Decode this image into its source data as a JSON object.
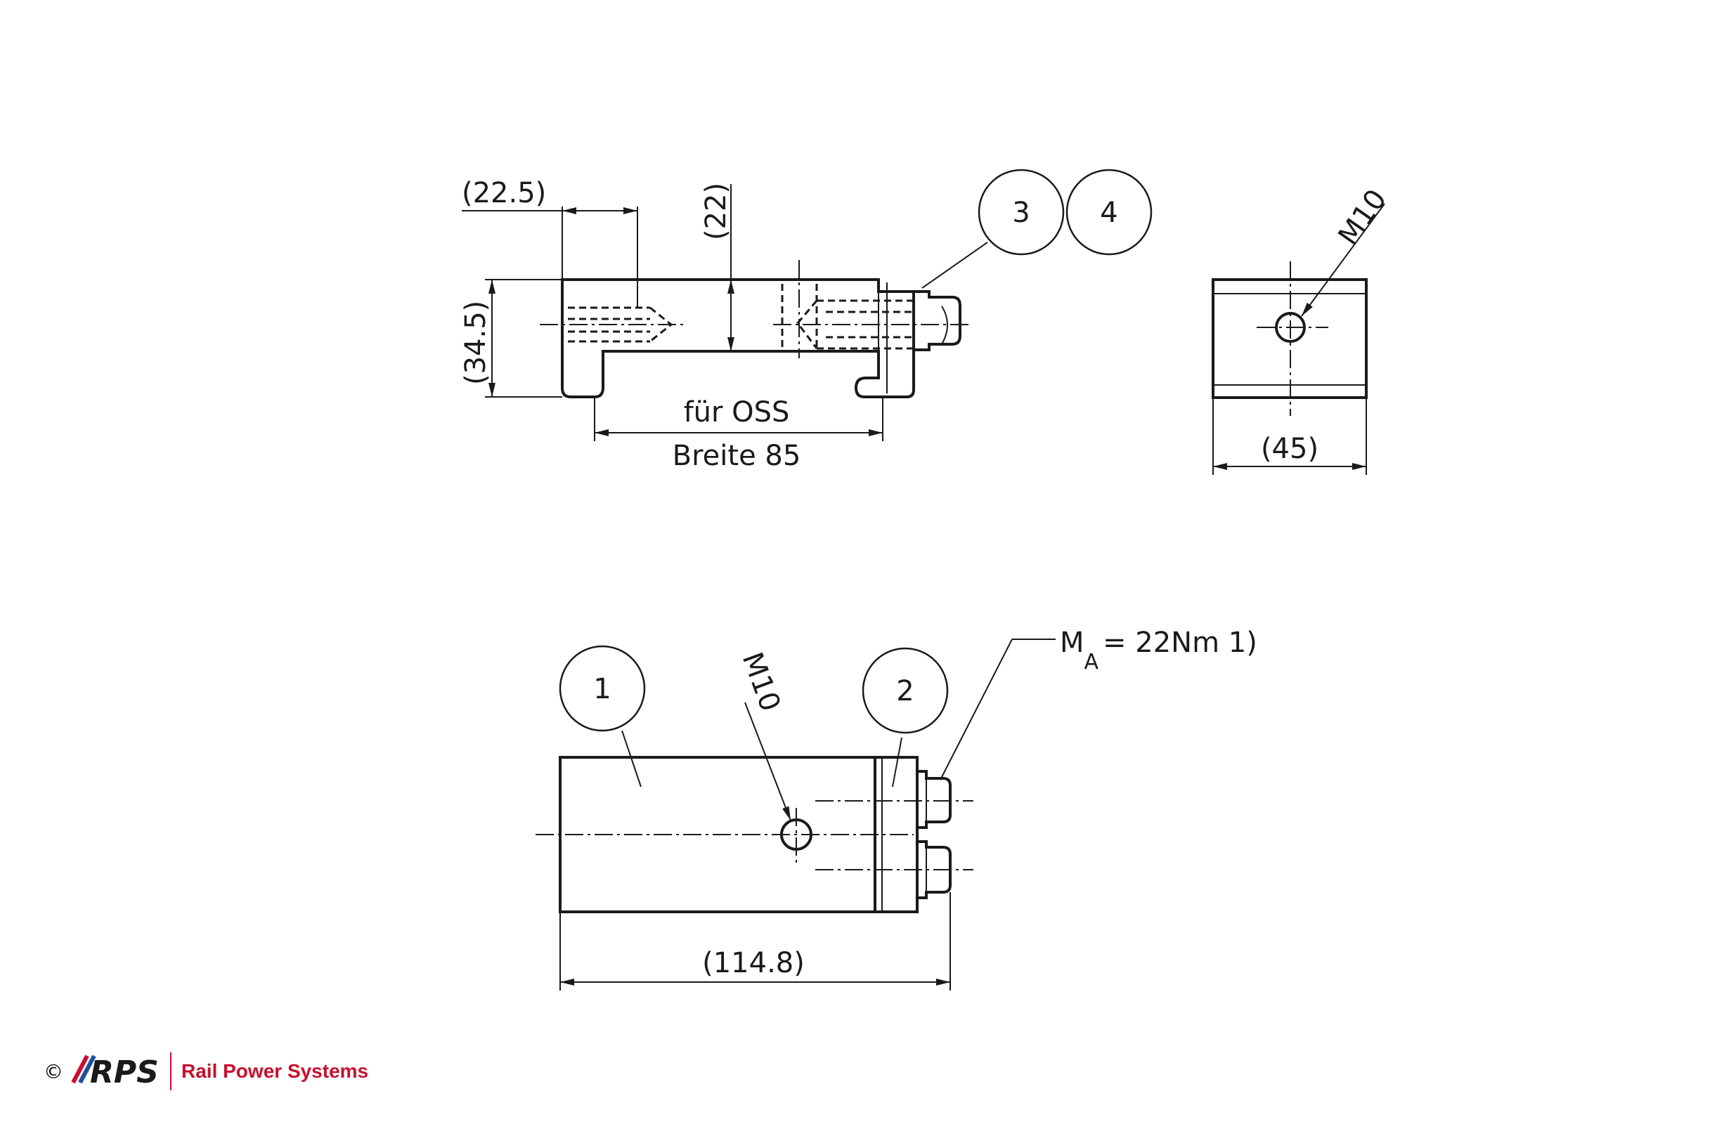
{
  "dimensions": {
    "d22_5": "(22.5)",
    "d22": "(22)",
    "d34_5": "(34.5)",
    "d45": "(45)",
    "d114_8": "(114.8)"
  },
  "labels": {
    "fuer_oss": "für OSS",
    "breite": "Breite 85",
    "m10_top": "M10",
    "m10_bottom": "M10",
    "torque_m": "M",
    "torque_sub": "A",
    "torque_value": "= 22Nm  1)"
  },
  "balloons": {
    "b1": "1",
    "b2": "2",
    "b3": "3",
    "b4": "4"
  },
  "footer": {
    "copyright": "©",
    "logo_text": "RPS",
    "company": "Rail Power Systems"
  },
  "colors": {
    "line": "#1a1a1a",
    "brand": "#c8102e",
    "brand_blue": "#1f4e9c"
  }
}
